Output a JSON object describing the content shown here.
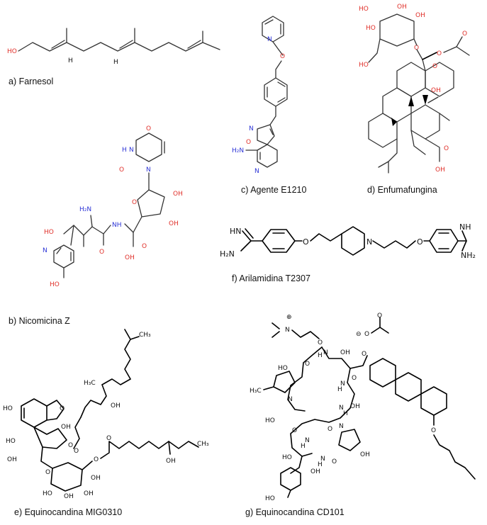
{
  "figure": {
    "captions": {
      "a": "a) Farnesol",
      "b": "b) Nicomicina Z",
      "c": "c) Agente E1210",
      "d": "d) Enfumafungina",
      "e": "e) Equinocandina MIG0310",
      "f": "f) Arilamidina T2307",
      "g": "g) Equinocandina CD101"
    },
    "atom_labels": {
      "HO": "HO",
      "OH": "OH",
      "O": "O",
      "N": "N",
      "NH": "NH",
      "HN": "HN",
      "H": "H",
      "NH2": "NH₂",
      "H2N": "H₂N",
      "H3C": "H₃C",
      "CH3": "CH₃",
      "plus": "⊕",
      "minus": "⊖"
    },
    "colors": {
      "oxygen": "#e0302a",
      "nitrogen": "#2b33d6",
      "bond": "#333333"
    }
  }
}
